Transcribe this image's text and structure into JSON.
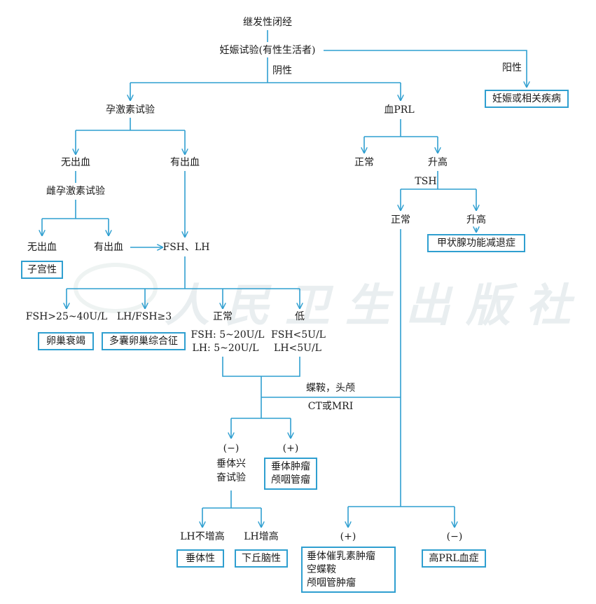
{
  "colors": {
    "line": "#2f9fd0",
    "text": "#1a1a1a",
    "watermark": "#e9eef0"
  },
  "watermark": {
    "text": "人民卫生出版社"
  },
  "nodes": {
    "root": "继发性闭经",
    "pregnancy_test": "妊娠试验(有性生活者)",
    "negative": "阴性",
    "positive": "阳性",
    "pregnancy_related": "妊娠或相关疾病",
    "progesterone_test": "孕激素试验",
    "blood_prl": "血PRL",
    "no_bleeding": "无出血",
    "bleeding": "有出血",
    "estrogen_progestin_test": "雌孕激素试验",
    "no_bleeding2": "无出血",
    "bleeding2": "有出血",
    "uterine": "子宫性",
    "fsh_lh": "FSH、LH",
    "fsh_high": "FSH>25~40U/L",
    "ovarian_failure": "卵巢衰竭",
    "lh_fsh_ratio": "LH/FSH≥3",
    "pcos": "多囊卵巢综合征",
    "normal": "正常",
    "normal_fsh": "FSH: 5~20U/L",
    "normal_lh": "LH: 5~20U/L",
    "low": "低",
    "low_fsh": "FSH<5U/L",
    "low_lh": "LH<5U/L",
    "prl_normal": "正常",
    "prl_high": "升高",
    "tsh": "TSH",
    "tsh_normal": "正常",
    "tsh_high": "升高",
    "hypothyroid": "甲状腺功能减退症",
    "sella_line1": "蝶鞍，头颅",
    "sella_line2": "CT或MRI",
    "neg_mark": "(−)",
    "pituitary_test_line1": "垂体兴",
    "pituitary_test_line2": "奋试验",
    "pos_mark": "(+)",
    "pit_tumor_line1": "垂体肿瘤",
    "pit_tumor_line2": "颅咽管瘤",
    "lh_no_rise": "LH不增高",
    "pituitary": "垂体性",
    "lh_rise": "LH增高",
    "hypothalamic": "下丘脑性",
    "pos_mark2": "(+)",
    "prolactinoma_line1": "垂体催乳素肿瘤",
    "prolactinoma_line2": "空蝶鞍",
    "prolactinoma_line3": "颅咽管肿瘤",
    "neg_mark2": "(−)",
    "hyperprl": "高PRL血症"
  }
}
